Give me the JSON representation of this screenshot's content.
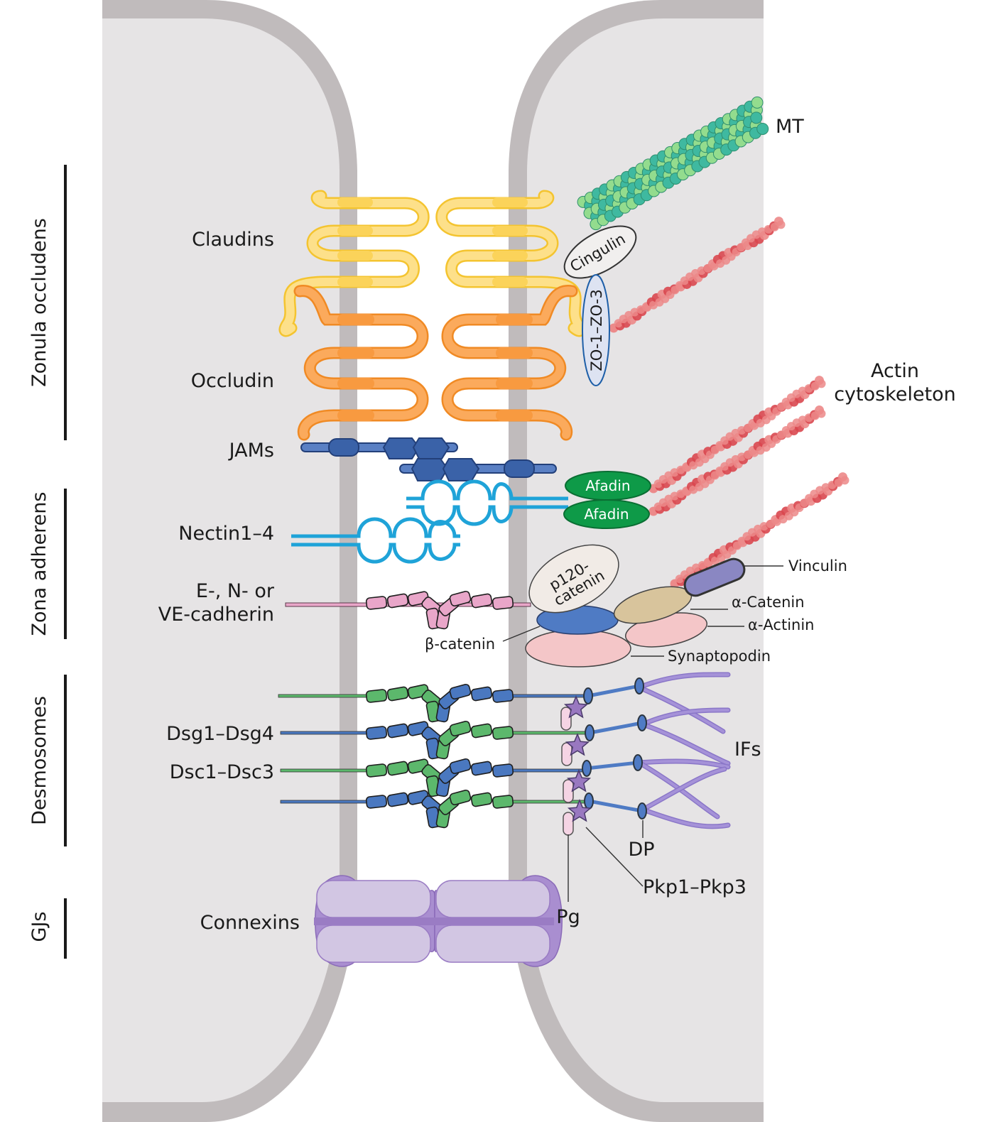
{
  "figure": {
    "title": "Epithelial cell–cell junction complexes"
  },
  "colors": {
    "cytoplasm": "#e6e4e5",
    "membrane": "#c0bbbc",
    "intercellular_space": "#ffffff",
    "claudin": "#fde08a",
    "claudin_stroke": "#f4c430",
    "occludin": "#fbaa5c",
    "occludin_stroke": "#f08a24",
    "jam": "#3a62a8",
    "jam_light": "#5a80c4",
    "nectin": "#1fa3d8",
    "afadin": "#0e9a48",
    "cadherin": "#e9a6c9",
    "dsg": "#4a78c0",
    "dsc": "#5cb86c",
    "connexin": "#d2c6e3",
    "connexin_dark": "#9a7cc4",
    "microtubule_dark": "#3fb9a0",
    "microtubule_light": "#93dc8e",
    "actin_dark": "#d9474f",
    "actin_light": "#ec8888",
    "vinculin": "#8a87c2",
    "alpha_catenin": "#d8c49c",
    "beta_catenin": "#4f7bc4",
    "p120": "#f1ebe6",
    "alpha_actinin": "#f4c6c8",
    "synaptopodin": "#f4c6c8",
    "plakophilin": "#9978c0",
    "plakoglobin": "#f5d4e4",
    "intermediate_filament": "#a592d8"
  },
  "junction_groups": [
    {
      "id": "zonula-occludens",
      "label": "Zonula occludens"
    },
    {
      "id": "zona-adherens",
      "label": "Zona adherens"
    },
    {
      "id": "desmosomes",
      "label": "Desmosomes"
    },
    {
      "id": "gap-junctions",
      "label": "GJs"
    }
  ],
  "protein_labels": {
    "claudins": "Claudins",
    "occludin": "Occludin",
    "jams": "JAMs",
    "nectin": "Nectin1–4",
    "cadherin_line1": "E-, N- or",
    "cadherin_line2": "VE-cadherin",
    "dsg": "Dsg1–Dsg4",
    "dsc": "Dsc1–Dsc3",
    "connexins": "Connexins"
  },
  "cytoplasmic_labels": {
    "mt": "MT",
    "actin_line1": "Actin",
    "actin_line2": "cytoskeleton",
    "cingulin": "Cingulin",
    "zo": "ZO-1–ZO-3",
    "afadin_1": "Afadin",
    "afadin_2": "Afadin",
    "p120_line1": "p120-",
    "p120_line2": "catenin",
    "beta_catenin": "β-catenin",
    "vinculin": "Vinculin",
    "alpha_catenin": "α-Catenin",
    "alpha_actinin": "α-Actinin",
    "synaptopodin": "Synaptopodin",
    "ifs": "IFs",
    "dp": "DP",
    "pkp": "Pkp1–Pkp3",
    "pg": "Pg"
  }
}
